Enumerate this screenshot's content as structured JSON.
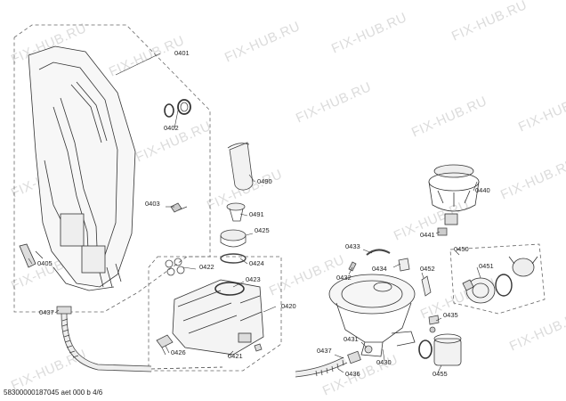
{
  "watermark": {
    "text": "FIX-HUB.RU"
  },
  "footer": {
    "text": "58300000187045 aet 000 b 4/6"
  },
  "parts": [
    "0401",
    "0402",
    "0403",
    "0405",
    "0420",
    "0421",
    "0422",
    "0423",
    "0424",
    "0425",
    "0426",
    "0430",
    "0431",
    "0432",
    "0433",
    "0434",
    "0435",
    "0436",
    "0437",
    "0437",
    "0440",
    "0441",
    "0450",
    "0451",
    "0452",
    "0455",
    "0490",
    "0491"
  ]
}
